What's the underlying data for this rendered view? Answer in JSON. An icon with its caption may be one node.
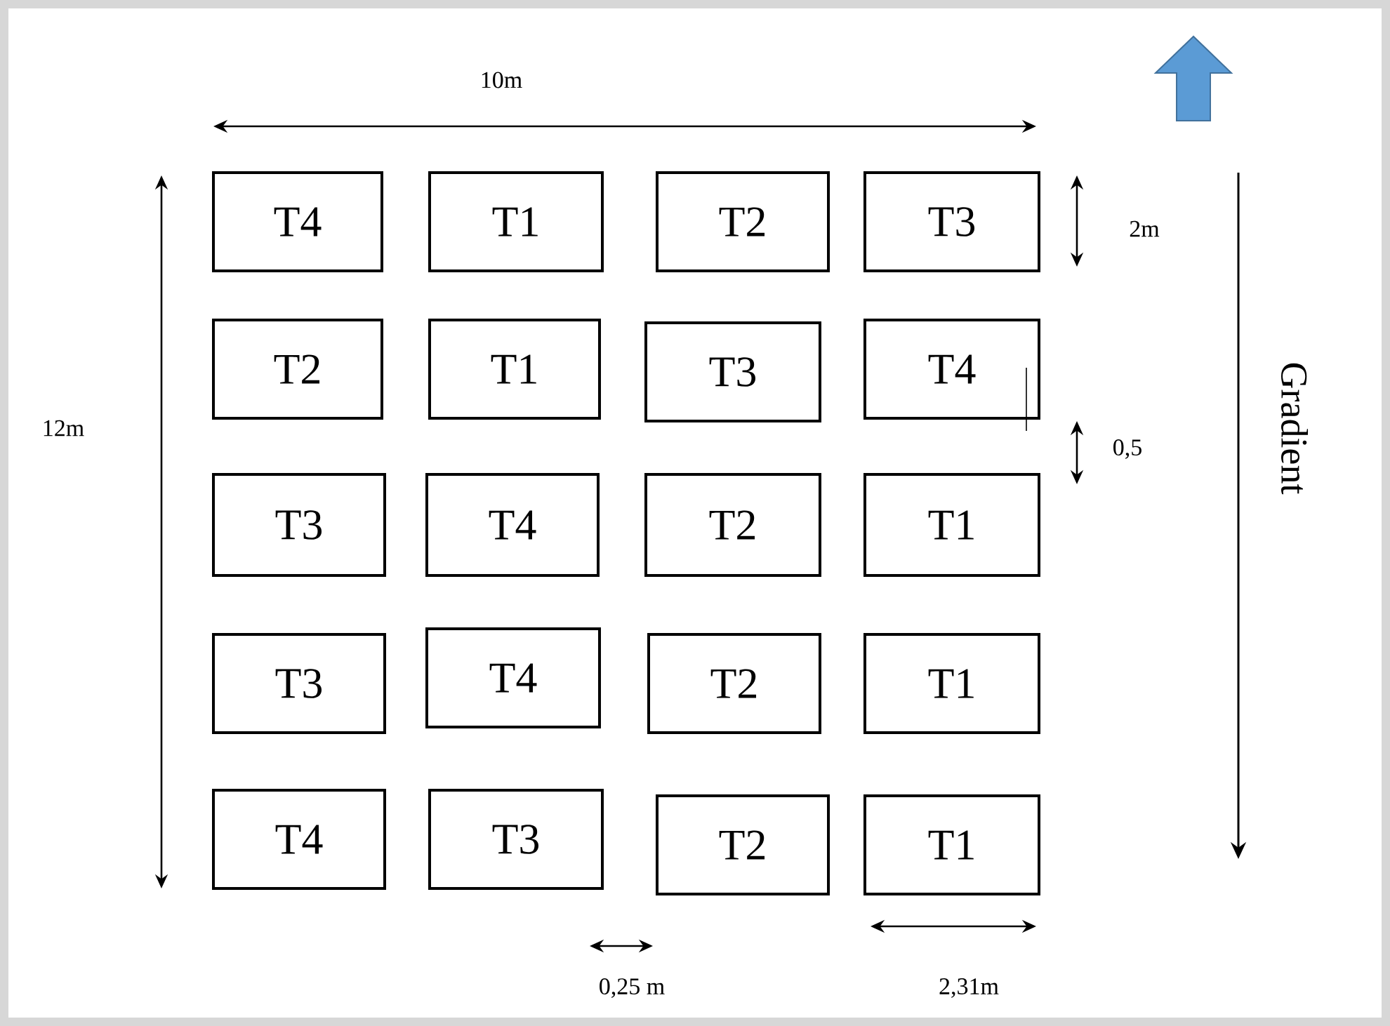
{
  "diagram": {
    "nodes": [
      {
        "text": [
          "T4"
        ]
      },
      {
        "text": [
          "T1"
        ]
      },
      {
        "text": [
          "T2"
        ]
      },
      {
        "text": [
          "T3"
        ]
      },
      {
        "text": [
          "T2"
        ]
      },
      {
        "text": [
          "T1"
        ]
      },
      {
        "text": [
          "T3"
        ]
      },
      {
        "text": [
          "T4"
        ]
      },
      {
        "text": [
          "T3"
        ]
      },
      {
        "text": [
          "T4"
        ]
      },
      {
        "text": [
          "T2"
        ]
      },
      {
        "text": [
          "T1"
        ]
      },
      {
        "text": [
          "T3"
        ]
      },
      {
        "text": [
          "T4"
        ]
      },
      {
        "text": [
          "T2"
        ]
      },
      {
        "text": [
          "T1"
        ]
      },
      {
        "text": [
          "T4"
        ]
      },
      {
        "text": [
          "T3"
        ]
      },
      {
        "text": [
          "T2"
        ]
      },
      {
        "text": [
          "T1"
        ]
      }
    ],
    "labels": [
      "10m",
      "2m",
      "Gradient",
      "12m",
      "0,5",
      "0,25 m",
      "2,31m"
    ]
  }
}
